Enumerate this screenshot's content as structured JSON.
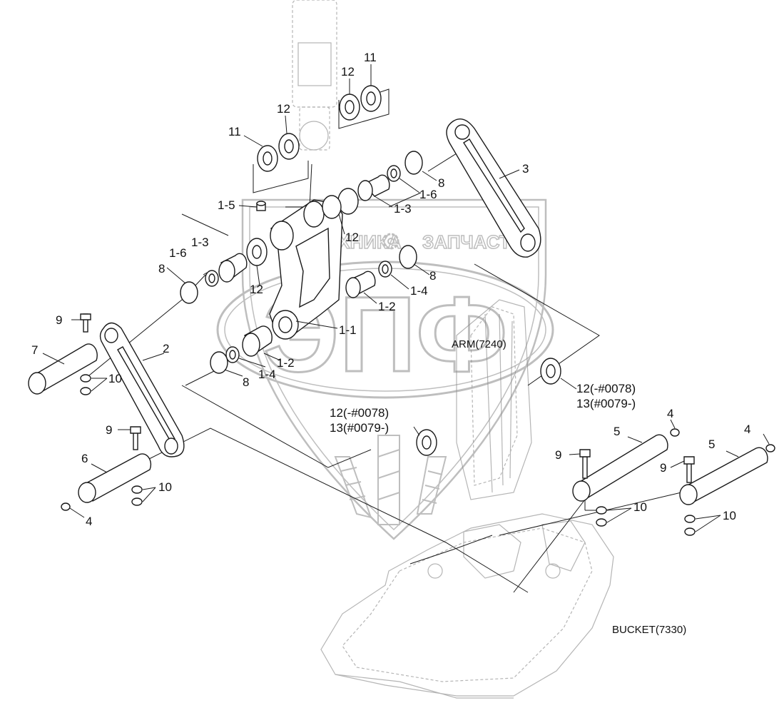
{
  "diagram": {
    "labels": {
      "l_11a": "11",
      "l_12a": "12",
      "l_11b": "11",
      "l_12b": "12",
      "l_3": "3",
      "l_8a": "8",
      "l_16a": "1-6",
      "l_13a": "1-3",
      "l_15": "1-5",
      "l_12c": "12",
      "l_13b": "1-3",
      "l_16b": "1-6",
      "l_8b": "8",
      "l_8c": "8",
      "l_12d": "12",
      "l_14a": "1-4",
      "l_12e": "1-2",
      "l_11": "1-1",
      "l_9a": "9",
      "l_7": "7",
      "l_2": "2",
      "l_10a": "10",
      "l_8d": "8",
      "l_14b": "1-4",
      "l_12f": "1-2",
      "l_arm": "ARM(7240)",
      "l_12g1": "12(-#0078)",
      "l_13g1": "13(#0079-)",
      "l_12g2": "12(-#0078)",
      "l_13g2": "13(#0079-)",
      "l_9b": "9",
      "l_6": "6",
      "l_10b": "10",
      "l_4a": "4",
      "l_4b": "4",
      "l_5a": "5",
      "l_9c": "9",
      "l_10c": "10",
      "l_4c": "4",
      "l_5b": "5",
      "l_9d": "9",
      "l_10d": "10",
      "l_bucket": "BUCKET(7330)"
    },
    "watermark": {
      "logo_letters": "ЭПФ",
      "text_left": "ТЕХНИКА",
      "text_right": "ЗАПЧАСТИ"
    }
  },
  "colors": {
    "line": "#1a1a1a",
    "ghost_line": "#b5b5b5",
    "watermark": "#8a8a8a"
  }
}
